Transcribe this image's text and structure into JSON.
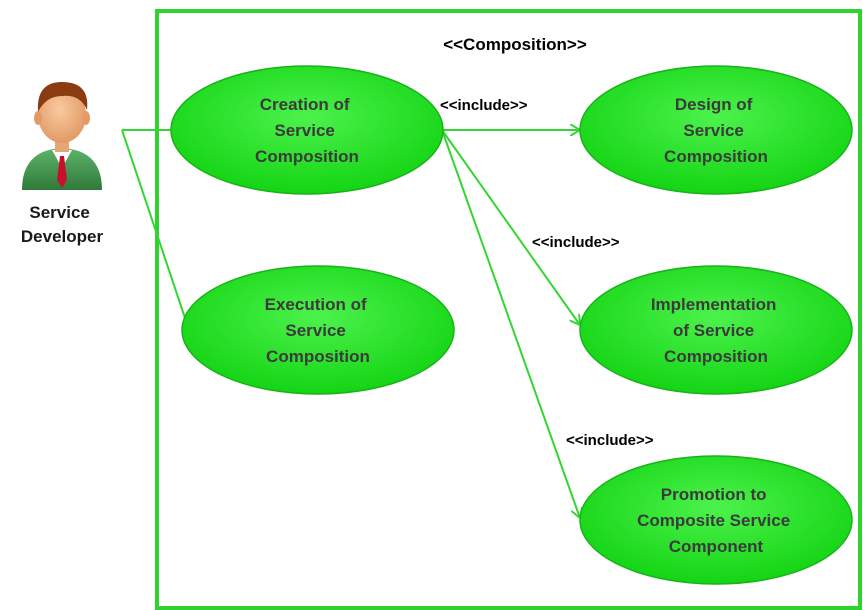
{
  "diagram": {
    "title": "<<Composition>>",
    "actor": {
      "name_lines": [
        "Service",
        "Developer"
      ]
    },
    "use_cases": {
      "creation": {
        "lines": [
          "Creation of",
          "Service",
          "Composition"
        ]
      },
      "design": {
        "lines": [
          "Design of",
          "Service",
          "Composition"
        ]
      },
      "execution": {
        "lines": [
          "Execution of",
          "Service",
          "Composition"
        ]
      },
      "implementation": {
        "lines": [
          "Implementation",
          "of Service",
          "Composition"
        ]
      },
      "promotion": {
        "lines": [
          "Promotion to",
          "Composite Service",
          "Component"
        ]
      }
    },
    "relations": {
      "include_design": "<<include>>",
      "include_implementation": "<<include>>",
      "include_promotion": "<<include>>"
    },
    "colors": {
      "use_case_fill": "#33e833",
      "boundary": "#2fd22f",
      "connector": "#33d633"
    }
  }
}
